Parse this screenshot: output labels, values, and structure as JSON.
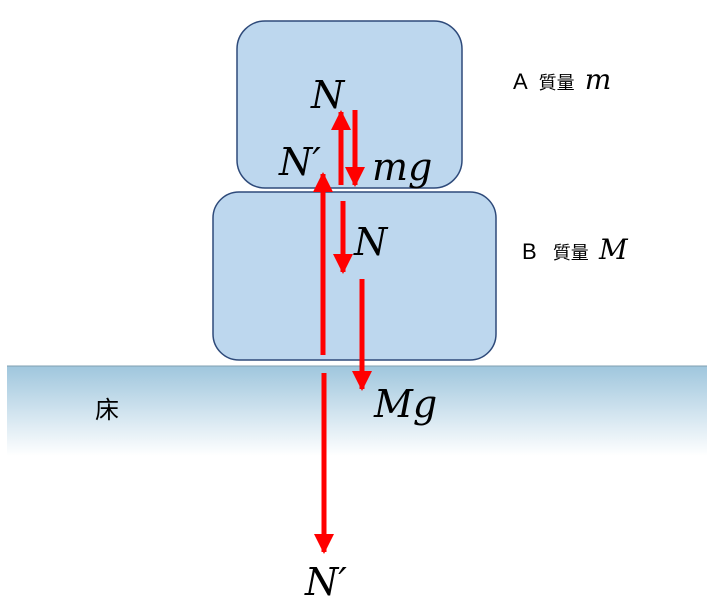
{
  "blocks": {
    "a": {
      "letter": "A",
      "mass_word": "質量",
      "mass_symbol": "m"
    },
    "b": {
      "letter": "B",
      "mass_word": "質量",
      "mass_symbol": "M"
    }
  },
  "floor": {
    "label": "床"
  },
  "forces": {
    "n_on_a": "N",
    "n_prime_top": "N′",
    "mg": "mg",
    "n_on_b": "N",
    "Mg": "Mg",
    "n_prime_bottom": "N′"
  },
  "colors": {
    "block_fill": "#bdd7ee",
    "block_stroke": "#2e4a7a",
    "arrow": "#ff0000",
    "floor_top": "#9fc6dd",
    "floor_bottom": "#ffffff"
  }
}
